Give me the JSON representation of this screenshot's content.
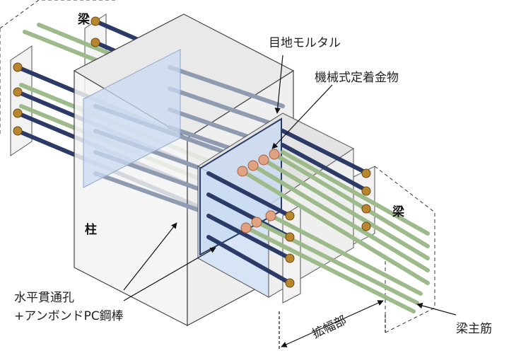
{
  "labels": {
    "beam_top_left": "梁",
    "mortar": "目地モルタル",
    "anchor": "機械式定着金物",
    "column": "柱",
    "beam_right": "梁",
    "pc_bar_line1": "水平貫通孔",
    "pc_bar_line2": "+アンボンドPC鋼棒",
    "widening": "拡幅部",
    "main_rebar": "梁主筋"
  },
  "colors": {
    "steel_bar": "#2b3a66",
    "rebar": "#9dbb8a",
    "mortar_plate": "#c9d9f2",
    "anchor_copper": "#e0a283",
    "nut_gold": "#b8862f"
  }
}
